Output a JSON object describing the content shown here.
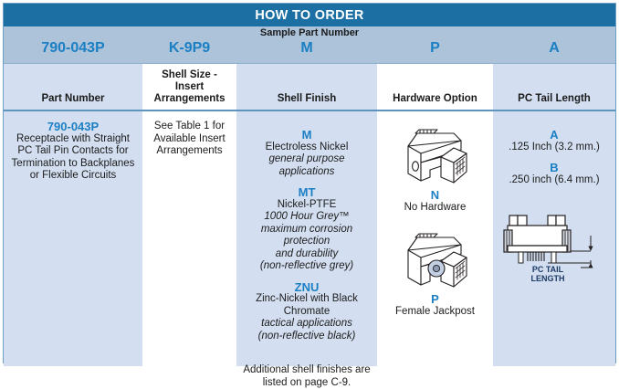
{
  "table": {
    "title": "HOW TO ORDER",
    "sample_label": "Sample Part Number",
    "sample_values": [
      "790-043P",
      "K-9P9",
      "M",
      "P",
      "A"
    ],
    "column_headers": [
      "Part Number",
      "Shell Size -\nInsert\nArrangements",
      "Shell Finish",
      "Hardware Option",
      "PC Tail Length"
    ],
    "colors": {
      "title_band": "#1b6fa3",
      "sample_band": "#acc3da",
      "cell_blue": "#d3dff0",
      "cell_white": "#ffffff",
      "accent_text": "#1b7fc4",
      "border": "#6f9ec4"
    }
  },
  "part_number": {
    "code": "790-043P",
    "description_lines": [
      "Receptacle with Straight",
      "PC Tail Pin Contacts for",
      "Termination to Backplanes",
      "or Flexible Circuits"
    ]
  },
  "shell_size": {
    "note_lines": [
      "See Table 1 for",
      "Available Insert",
      "Arrangements"
    ]
  },
  "shell_finish": {
    "options": [
      {
        "code": "M",
        "name": "Electroless Nickel",
        "notes": [
          "general purpose applications"
        ]
      },
      {
        "code": "MT",
        "name": "Nickel-PTFE",
        "notes": [
          "1000 Hour Grey™",
          "maximum corrosion protection",
          "and durability",
          "(non-reflective grey)"
        ]
      },
      {
        "code": "ZNU",
        "name": "Zinc-Nickel with Black Chromate",
        "notes": [
          "tactical applications",
          "(non-reflective black)"
        ]
      }
    ],
    "footnote_lines": [
      "Additional shell finishes are",
      "listed on page C-9."
    ]
  },
  "hardware_option": {
    "options": [
      {
        "code": "N",
        "label": "No Hardware",
        "icon": "connector-no-hardware-icon"
      },
      {
        "code": "P",
        "label": "Female Jackpost",
        "icon": "connector-female-jackpost-icon"
      }
    ]
  },
  "pc_tail_length": {
    "options": [
      {
        "code": "A",
        "value": ".125 Inch (3.2 mm.)"
      },
      {
        "code": "B",
        "value": ".250 inch (6.4 mm.)"
      }
    ],
    "diagram": {
      "icon": "pc-tail-length-diagram-icon",
      "label_line1": "PC TAIL",
      "label_line2": "LENGTH"
    }
  }
}
